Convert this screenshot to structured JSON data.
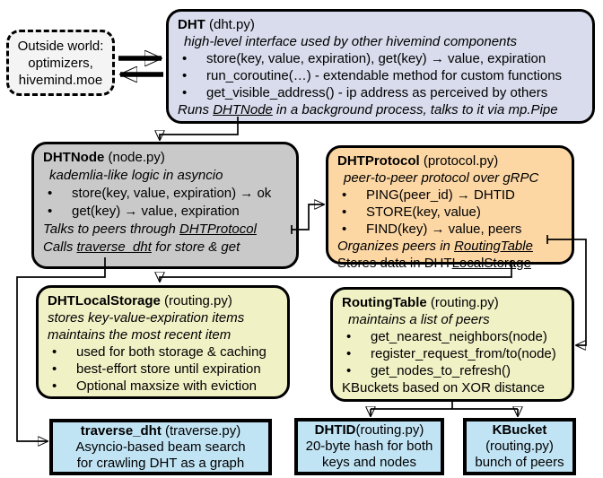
{
  "ui": {
    "bullet": "•"
  },
  "colors": {
    "dht_fill": "#d8dcec",
    "node_fill": "#c9c9c9",
    "protocol_fill": "#fcd7a4",
    "storage_fill": "#f1f1c6",
    "leaf_fill": "#c1e4f5",
    "outside_fill": "#f4f4f4",
    "border": "#000000"
  },
  "outside_world": {
    "line1": "Outside world:",
    "line2": "optimizers,",
    "line3": "hivemind.moe"
  },
  "dht": {
    "title": "DHT",
    "file": "(dht.py)",
    "subtitle": "high-level interface used by other hivemind components",
    "bullets": [
      "store(key, value, expiration), get(key) → value, expiration",
      "run_coroutine(…) - extendable method for custom functions",
      "get_visible_address() - ip address as perceived by others"
    ],
    "footer_prefix": "Runs ",
    "footer_link": "DHTNode",
    "footer_suffix": " in a background process, talks to it via mp.Pipe"
  },
  "dhtnode": {
    "title": "DHTNode",
    "file": "(node.py)",
    "subtitle": "kademlia-like logic in asyncio",
    "bullets": [
      "store(key, value, expiration) → ok",
      "get(key) → value, expiration"
    ],
    "note1_prefix": "Talks to peers through ",
    "note1_link": "DHTProtocol",
    "note2_prefix": "Calls ",
    "note2_link": "traverse_dht",
    "note2_suffix": " for store & get"
  },
  "dhtprotocol": {
    "title": "DHTProtocol",
    "file": "(protocol.py)",
    "subtitle": "peer-to-peer protocol over gRPC",
    "bullets": [
      "PING(peer_id) → DHTID",
      "STORE(key, value)",
      "FIND(key) → value, peers"
    ],
    "note1_prefix": "Organizes peers in ",
    "note1_link": "RoutingTable",
    "note2_prefix": "Stores data in DHT",
    "note2_link": "LocalStorage"
  },
  "dhtlocalstorage": {
    "title": "DHTLocalStorage",
    "file": "(routing.py)",
    "subtitle1": "stores key-value-expiration items",
    "subtitle2": "maintains the most recent item",
    "bullets": [
      "used for both storage & caching",
      "best-effort store until expiration",
      "Optional maxsize with eviction"
    ]
  },
  "routingtable": {
    "title": "RoutingTable",
    "file": "(routing.py)",
    "subtitle": "maintains a list of peers",
    "bullets": [
      "get_nearest_neighbors(node)",
      "register_request_from/to(node)",
      "get_nodes_to_refresh()"
    ],
    "footer": "KBuckets based on XOR distance"
  },
  "traverse_dht": {
    "title": "traverse_dht",
    "file": "(traverse.py)",
    "line1": "Asyncio-based beam search",
    "line2": "for crawling DHT as a graph"
  },
  "dhtid": {
    "title": "DHTID",
    "file": "(routing.py)",
    "line1": "20-byte hash for both",
    "line2": "keys and nodes"
  },
  "kbucket": {
    "title": "KBucket",
    "file": "(routing.py)",
    "line1": "bunch of peers"
  }
}
